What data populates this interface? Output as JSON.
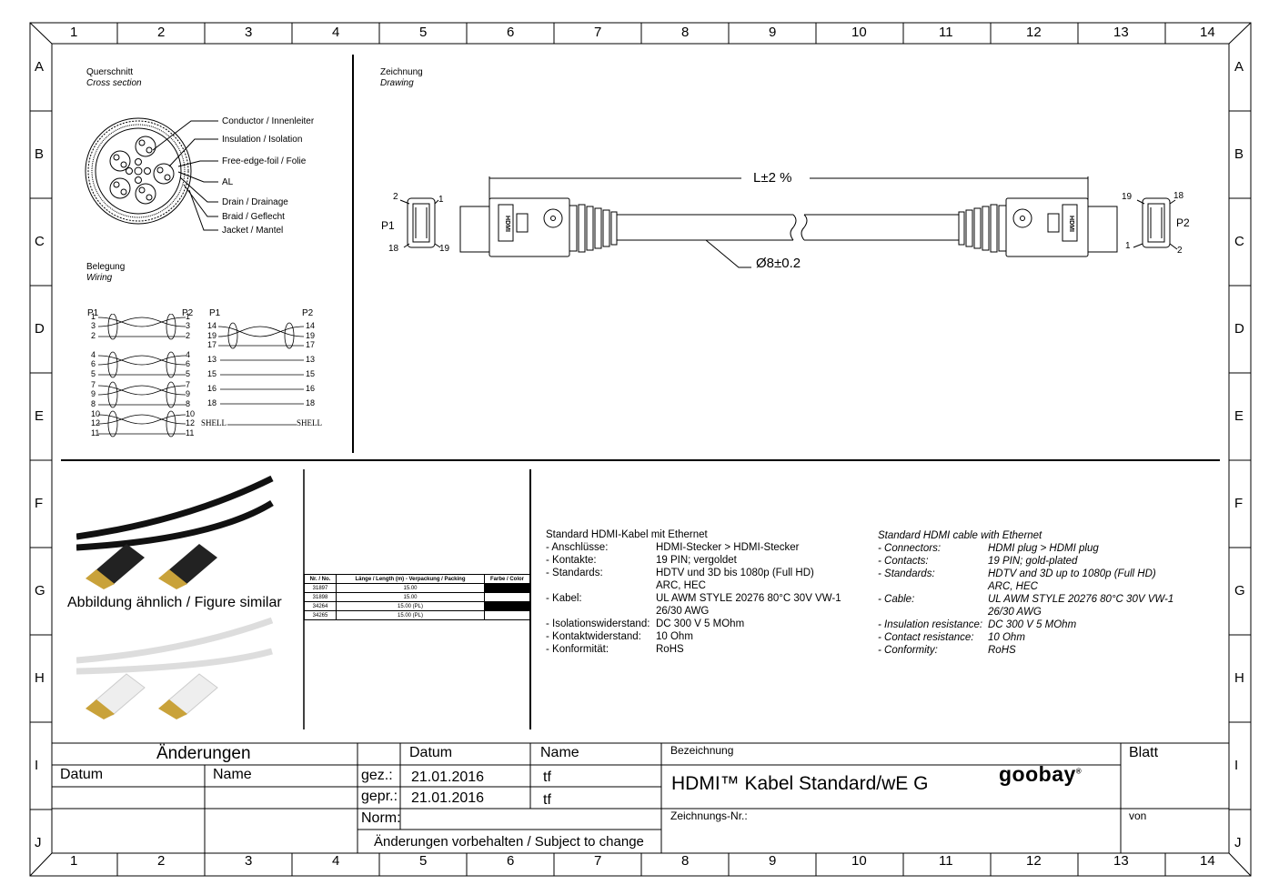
{
  "frame": {
    "cols": [
      "1",
      "2",
      "3",
      "4",
      "5",
      "6",
      "7",
      "8",
      "9",
      "10",
      "11",
      "12",
      "13",
      "14"
    ],
    "rows": [
      "A",
      "B",
      "C",
      "D",
      "E",
      "F",
      "G",
      "H",
      "I",
      "J"
    ]
  },
  "cross_section": {
    "title_de": "Querschnitt",
    "title_en": "Cross section",
    "labels": [
      "Conductor / Innenleiter",
      "Insulation / Isolation",
      "Free-edge-foil / Folie",
      "AL",
      "Drain / Drainage",
      "Braid / Geflecht",
      "Jacket / Mantel"
    ]
  },
  "wiring": {
    "title_de": "Belegung",
    "title_en": "Wiring",
    "p1": "P1",
    "p2": "P2",
    "left_pins": [
      [
        "1",
        "3",
        "2"
      ],
      [
        "4",
        "6",
        "5"
      ],
      [
        "7",
        "9",
        "8"
      ],
      [
        "10",
        "12",
        "11"
      ]
    ],
    "right_twisted": [
      "14",
      "19",
      "17"
    ],
    "right_straight": [
      "13",
      "15",
      "16",
      "18"
    ],
    "shell": "SHELL"
  },
  "drawing": {
    "title_de": "Zeichnung",
    "title_en": "Drawing",
    "length": "L±2 %",
    "diameter": "Ø8±0.2",
    "p1": "P1",
    "p2": "P2",
    "p1_pins": [
      "2",
      "1",
      "18",
      "19"
    ],
    "p2_pins": [
      "19",
      "18",
      "1",
      "2"
    ],
    "plug_mark": "HDMI"
  },
  "figure_caption": "Abbildung ähnlich / Figure similar",
  "packing_table": {
    "headers": [
      "Nr. / No.",
      "Länge / Length (m) - Verpackung / Packing",
      "Farbe / Color"
    ],
    "rows": [
      {
        "no": "31897",
        "length": "15.00",
        "color": "#000000"
      },
      {
        "no": "31898",
        "length": "15.00",
        "color": "#ffffff"
      },
      {
        "no": "34264",
        "length": "15.00 (PL)",
        "color": "#000000"
      },
      {
        "no": "34265",
        "length": "15.00 (PL)",
        "color": "#ffffff"
      }
    ]
  },
  "spec_de": {
    "title": "Standard HDMI-Kabel mit Ethernet",
    "rows": [
      {
        "k": "- Anschlüsse:",
        "v": "HDMI-Stecker > HDMI-Stecker"
      },
      {
        "k": "- Kontakte:",
        "v": "19 PIN; vergoldet"
      },
      {
        "k": "- Standards:",
        "v": "HDTV und 3D bis 1080p (Full HD)"
      },
      {
        "k": "",
        "v": "ARC, HEC"
      },
      {
        "k": "- Kabel:",
        "v": "UL AWM STYLE 20276 80°C 30V VW-1"
      },
      {
        "k": "",
        "v": "26/30 AWG"
      },
      {
        "k": "- Isolationswiderstand:",
        "v": "DC 300 V 5 MOhm"
      },
      {
        "k": "- Kontaktwiderstand:",
        "v": "10 Ohm"
      },
      {
        "k": "- Konformität:",
        "v": "RoHS"
      }
    ]
  },
  "spec_en": {
    "title": "Standard HDMI cable with Ethernet",
    "rows": [
      {
        "k": "- Connectors:",
        "v": "HDMI plug > HDMI plug"
      },
      {
        "k": "- Contacts:",
        "v": "19 PIN; gold-plated"
      },
      {
        "k": "- Standards:",
        "v": "HDTV and 3D up to 1080p (Full HD)"
      },
      {
        "k": "",
        "v": "ARC, HEC"
      },
      {
        "k": "- Cable:",
        "v": "UL AWM STYLE 20276 80°C 30V VW-1"
      },
      {
        "k": "",
        "v": "26/30 AWG"
      },
      {
        "k": "- Insulation resistance:",
        "v": "DC 300 V 5 MOhm"
      },
      {
        "k": "- Contact resistance:",
        "v": "10 Ohm"
      },
      {
        "k": "- Conformity:",
        "v": "RoHS"
      }
    ]
  },
  "title_block": {
    "changes_title": "Änderungen",
    "col_datum": "Datum",
    "col_name": "Name",
    "datum_head": "Datum",
    "name_head": "Name",
    "gez_label": "gez.:",
    "gez_date": "21.01.2016",
    "gez_name": "tf",
    "gepr_label": "gepr.:",
    "gepr_date": "21.01.2016",
    "gepr_name": "tf",
    "norm_label": "Norm:",
    "subject": "Änderungen vorbehalten / Subject to change",
    "bezeichnung_label": "Bezeichnung",
    "bezeichnung": "HDMI™ Kabel Standard/wE G",
    "zeichnungs_label": "Zeichnungs-Nr.:",
    "blatt": "Blatt",
    "von": "von",
    "logo": "goobay",
    "logo_mark": "®"
  }
}
